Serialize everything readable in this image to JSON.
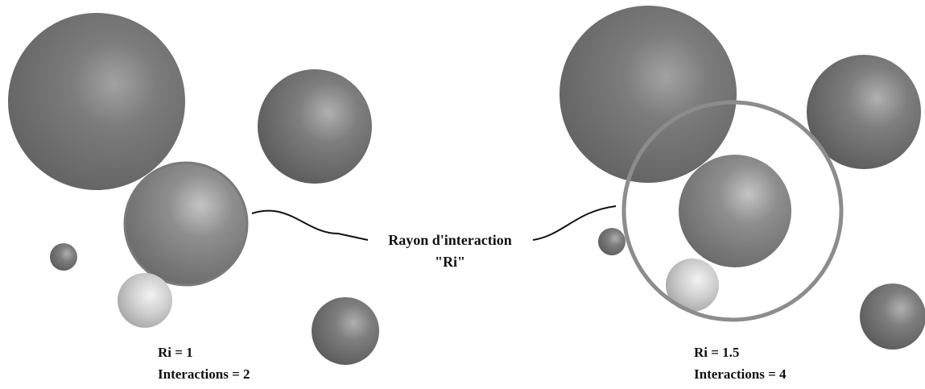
{
  "annotation": {
    "line1": "Rayon d'interaction",
    "line2": "\"Ri\""
  },
  "panels": [
    {
      "ri_text": "Ri = 1",
      "interactions_text": "Interactions = 2"
    },
    {
      "ri_text": "Ri = 1.5",
      "interactions_text": "Interactions = 4"
    }
  ],
  "colors": {
    "sphere_dark": "#5a5a5a",
    "sphere_mid": "#7a7a7a",
    "sphere_highlight": "#b8b8b8",
    "sphere_light": "#dcdcdc",
    "interaction_ring": "#8a8a8a",
    "leader_line": "#111111"
  }
}
